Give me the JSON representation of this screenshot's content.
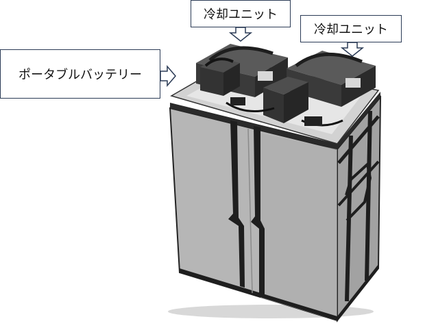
{
  "labels": {
    "battery": "ポータブルバッテリー",
    "cooling_unit_left": "冷却ユニット",
    "cooling_unit_right": "冷却ユニット"
  },
  "colors": {
    "box_front": "#b8b8b8",
    "box_side": "#a4a4a4",
    "strap": "#1e1e1e",
    "unit": "#3a3a3a",
    "label_border": "#2a3a55"
  }
}
